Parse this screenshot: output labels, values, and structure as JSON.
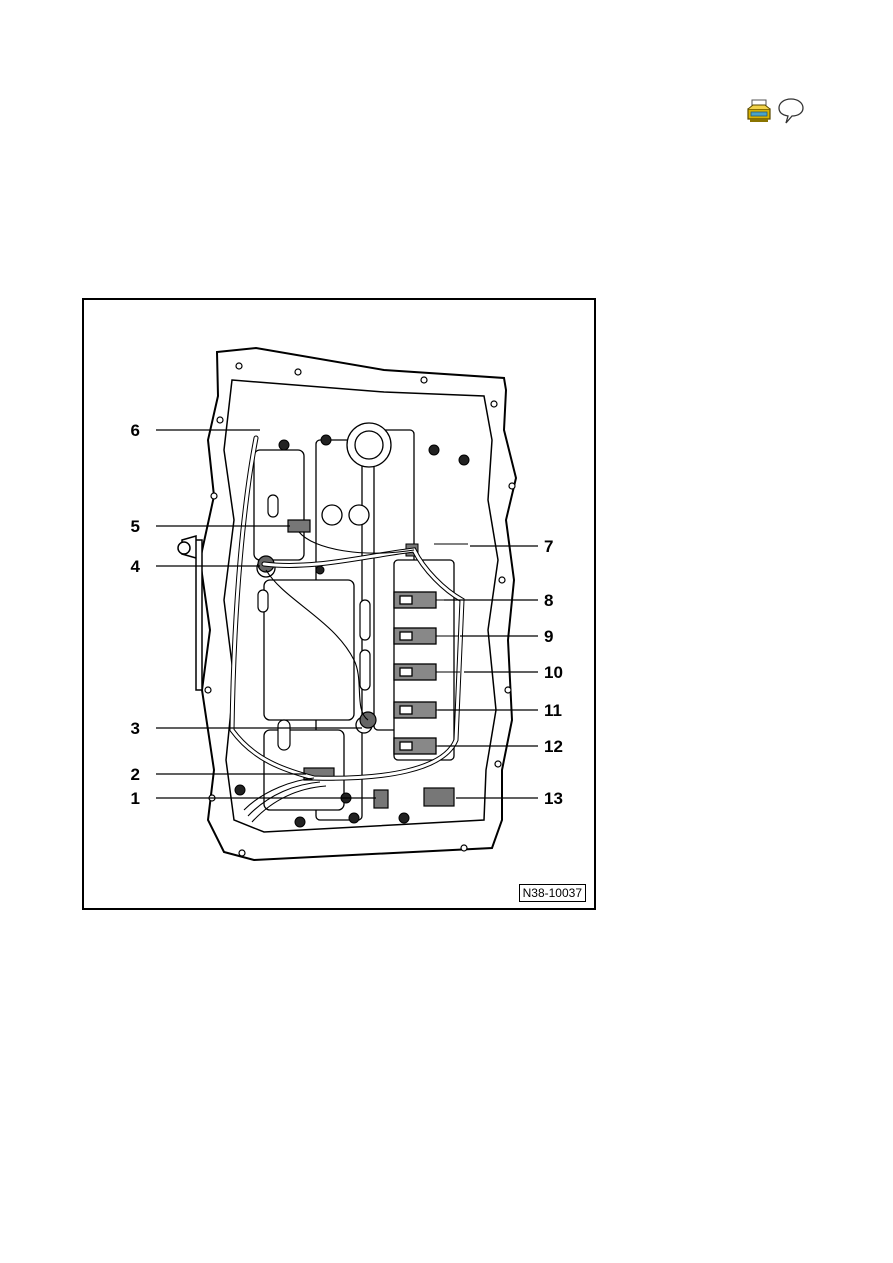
{
  "toolbar": {
    "print_icon": "print-icon",
    "comment_icon": "comment-icon"
  },
  "figure": {
    "id_label": "N38-10037",
    "callouts": [
      "6",
      "5",
      "4",
      "3",
      "2",
      "1",
      "7",
      "8",
      "9",
      "10",
      "11",
      "12",
      "13"
    ]
  }
}
